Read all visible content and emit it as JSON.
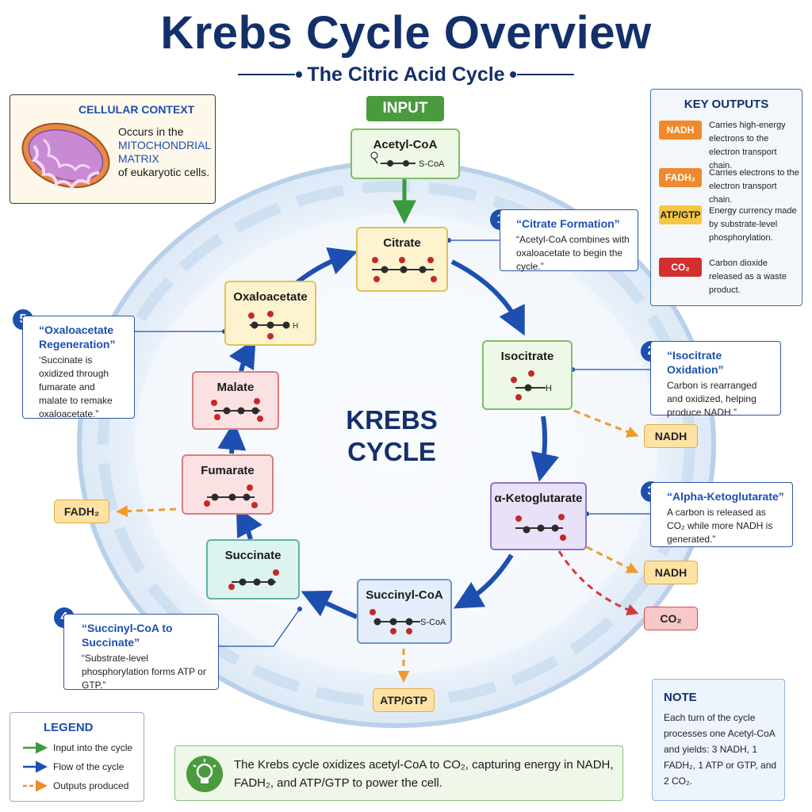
{
  "title": "Krebs Cycle Overview",
  "subtitle": "The Citric Acid Cycle",
  "input_label": "INPUT",
  "center_label_line1": "KREBS",
  "center_label_line2": "CYCLE",
  "molecules": {
    "acetyl_coa": {
      "name": "Acetyl-CoA",
      "tag": "S-CoA"
    },
    "citrate": {
      "name": "Citrate"
    },
    "isocitrate": {
      "name": "Isocitrate",
      "atom": "H"
    },
    "alpha_ketoglutarate": {
      "name": "α-Ketoglutarate"
    },
    "succinyl_coa": {
      "name": "Succinyl-CoA",
      "tag": "S-CoA"
    },
    "succinate": {
      "name": "Succinate"
    },
    "fumarate": {
      "name": "Fumarate"
    },
    "malate": {
      "name": "Malate"
    },
    "oxaloacetate": {
      "name": "Oxaloacetate",
      "atom": "H"
    }
  },
  "steps": [
    {
      "num": "1",
      "title": "“Citrate Formation”",
      "body": "“Acetyl-CoA combines with oxaloacetate to begin the cycle.”"
    },
    {
      "num": "2",
      "title": "“Isocitrate Oxidation”",
      "body": "Carbon is rearranged and oxidized, helping produce NADH.”"
    },
    {
      "num": "3",
      "title": "“Alpha-Ketoglutarate”",
      "body": "A carbon is released as CO₂ while more NADH is generated.”"
    },
    {
      "num": "4",
      "title": "“Succinyl-CoA to Succinate”",
      "body": "“Substrate-level phosphorylation forms ATP or GTP.”"
    },
    {
      "num": "5",
      "title": "“Oxaloacetate Regeneration”",
      "body": "‘Succinate is oxidized through fumarate and malate to remake oxaloacetate.”"
    }
  ],
  "outputs": {
    "nadh_1": "NADH",
    "nadh_2": "NADH",
    "co2": "CO₂",
    "atp_gtp": "ATP/GTP",
    "fadh2": "FADH₂"
  },
  "cellular_context": {
    "heading": "CELLULAR CONTEXT",
    "line1": "Occurs in the",
    "highlight": "MITOCHONDRIAL MATRIX",
    "line2": "of eukaryotic cells."
  },
  "key_outputs": {
    "heading": "KEY OUTPUTS",
    "items": [
      {
        "label": "NADH",
        "text": "Carries high-energy electrons to the electron transport chain.",
        "color": "#f0892b"
      },
      {
        "label": "FADH₂",
        "text": "Carries electrons to the electron transport chain.",
        "color": "#f0892b"
      },
      {
        "label": "ATP/GTP",
        "text": "Energy currency made by substrate-level phosphorylation.",
        "color": "#f6c744"
      },
      {
        "label": "CO₂",
        "text": "Carbon dioxide released as a waste product.",
        "color": "#d32f2f"
      }
    ]
  },
  "legend": {
    "heading": "LEGEND",
    "items": [
      {
        "text": "Input into the cycle",
        "color": "#3a9a3e"
      },
      {
        "text": "Flow of the cycle",
        "color": "#1d4fb0"
      },
      {
        "text": "Outputs produced",
        "color": "#ef8a2c"
      }
    ]
  },
  "summary": "The Krebs cycle oxidizes acetyl-CoA to CO₂, capturing energy in NADH, FADH₂, and ATP/GTP to power the cell.",
  "note": {
    "heading": "NOTE",
    "text": "Each turn of the cycle processes one Acetyl-CoA and yields: 3 NADH, 1 FADH₂, 1 ATP or GTP, and 2 CO₂."
  }
}
